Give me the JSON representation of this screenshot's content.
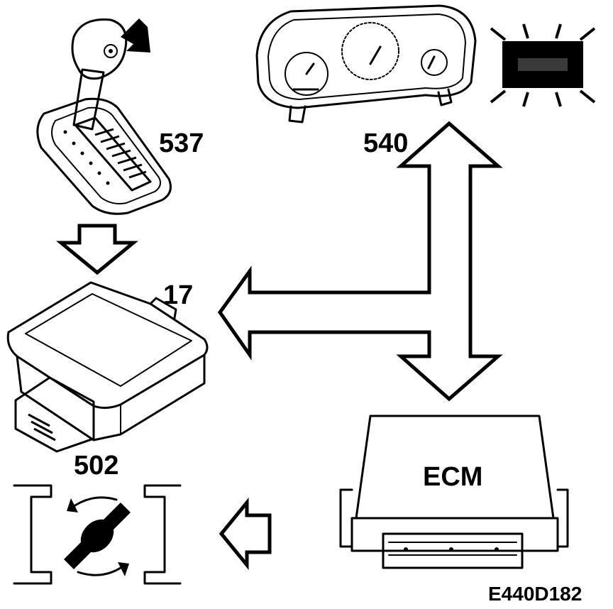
{
  "labels": {
    "selector": "537",
    "cluster": "540",
    "tcm": "17",
    "module_bottom": "502",
    "ecm": "ECM",
    "figure_id": "E440D182"
  }
}
